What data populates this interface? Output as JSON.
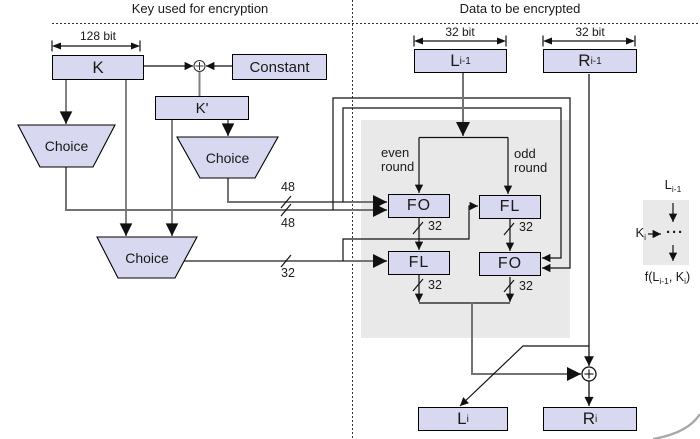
{
  "section_titles": {
    "key": "Key used for encryption",
    "data": "Data to be encrypted"
  },
  "key_panel": {
    "bit_width_label": "128 bit",
    "k_label": "K",
    "constant_label": "Constant",
    "k_prime_label": "K'",
    "choice1_label": "Choice",
    "choice2_label": "Choice",
    "choice3_label": "Choice",
    "bus48_upper": "48",
    "bus48_lower": "48",
    "bus32": "32"
  },
  "data_panel": {
    "l_bit_width_label": "32 bit",
    "r_bit_width_label": "32 bit",
    "l_in_base": "L",
    "l_in_sub": "i-1",
    "r_in_base": "R",
    "r_in_sub": "i-1",
    "even_line1": "even",
    "even_line2": "round",
    "odd_line1": "odd",
    "odd_line2": "round",
    "fo_even": "FO",
    "fl_odd": "FL",
    "fl_even": "FL",
    "fo_odd": "FO",
    "bus32_fo_even": "32",
    "bus32_fl_odd": "32",
    "bus32_fl_even": "32",
    "bus32_fo_odd": "32",
    "l_out_base": "L",
    "l_out_sub": "i",
    "r_out_base": "R",
    "r_out_sub": "i"
  },
  "mini_function": {
    "input_base": "L",
    "input_sub": "i-1",
    "key_base": "K",
    "key_sub": "i",
    "dots": "···",
    "f_prefix": "f(L",
    "f_sub1": "i-1",
    "f_mid": ", K",
    "f_sub2": "i",
    "f_suffix": ")"
  },
  "colors": {
    "box_fill": "#d8d8f0",
    "panel_fill": "#e9e9e9",
    "wire_gray": "#737373",
    "wire_black": "#1a1a1a"
  }
}
